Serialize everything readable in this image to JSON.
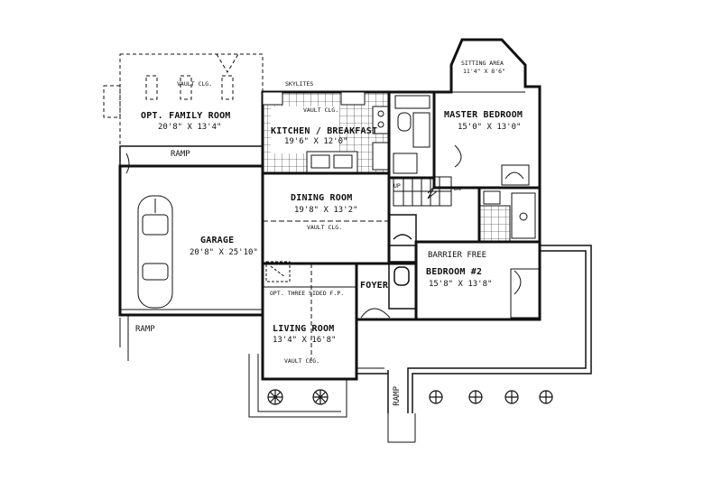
{
  "rooms": {
    "family": {
      "name": "OPT. FAMILY ROOM",
      "dims": "20'8\" X 13'4\"",
      "note": "VAULT CLG."
    },
    "kitchen": {
      "name": "KITCHEN / BREAKFAST",
      "dims": "19'6\" X 12'0\"",
      "note": "VAULT CLG.",
      "skylites": "SKYLITES"
    },
    "master": {
      "name": "MASTER BEDROOM",
      "dims": "15'0\" X 13'0\""
    },
    "sitting": {
      "name": "SITTING AREA",
      "dims": "11'4\" X 8'6\""
    },
    "dining": {
      "name": "DINING ROOM",
      "dims": "19'8\" X 13'2\"",
      "note": "VAULT CLG."
    },
    "garage": {
      "name": "GARAGE",
      "dims": "20'8\" X 25'10\""
    },
    "bedroom2": {
      "label1": "BARRIER FREE",
      "name": "BEDROOM #2",
      "dims": "15'8\" X 13'8\""
    },
    "foyer": {
      "name": "FOYER"
    },
    "fireplace": {
      "name": "OPT. THREE SIDED F.P."
    },
    "living": {
      "name": "LIVING  ROOM",
      "dims": "13'4\" X 16'8\"",
      "note": "VAULT CLG."
    }
  },
  "stairs": {
    "up": "UP",
    "dn": "DN"
  },
  "ramps": {
    "top": "RAMP",
    "left": "RAMP",
    "entry": "RAMP"
  },
  "colors": {
    "ink": "#111111",
    "paper": "#ffffff"
  }
}
